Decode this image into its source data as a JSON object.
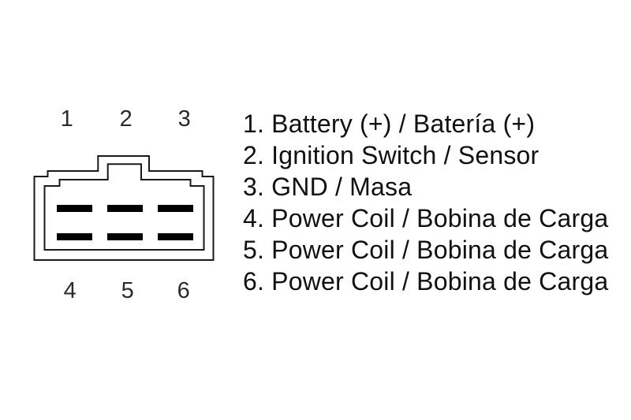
{
  "page": {
    "background_color": "#ffffff",
    "text_color": "#111111",
    "line_color": "#1a1a1a",
    "pin_fill_color": "#000000"
  },
  "connector": {
    "type": "6-pin-connector-front-view",
    "rows": 2,
    "columns": 3,
    "top_pins": [
      "1",
      "2",
      "3"
    ],
    "bottom_pins": [
      "4",
      "5",
      "6"
    ]
  },
  "legend": {
    "items": [
      {
        "text": "1. Battery (+) / Batería (+)"
      },
      {
        "text": "2. Ignition Switch / Sensor"
      },
      {
        "text": "3. GND / Masa"
      },
      {
        "text": "4. Power Coil / Bobina de Carga"
      },
      {
        "text": "5. Power Coil / Bobina de Carga"
      },
      {
        "text": "6. Power Coil / Bobina de Carga"
      }
    ]
  }
}
